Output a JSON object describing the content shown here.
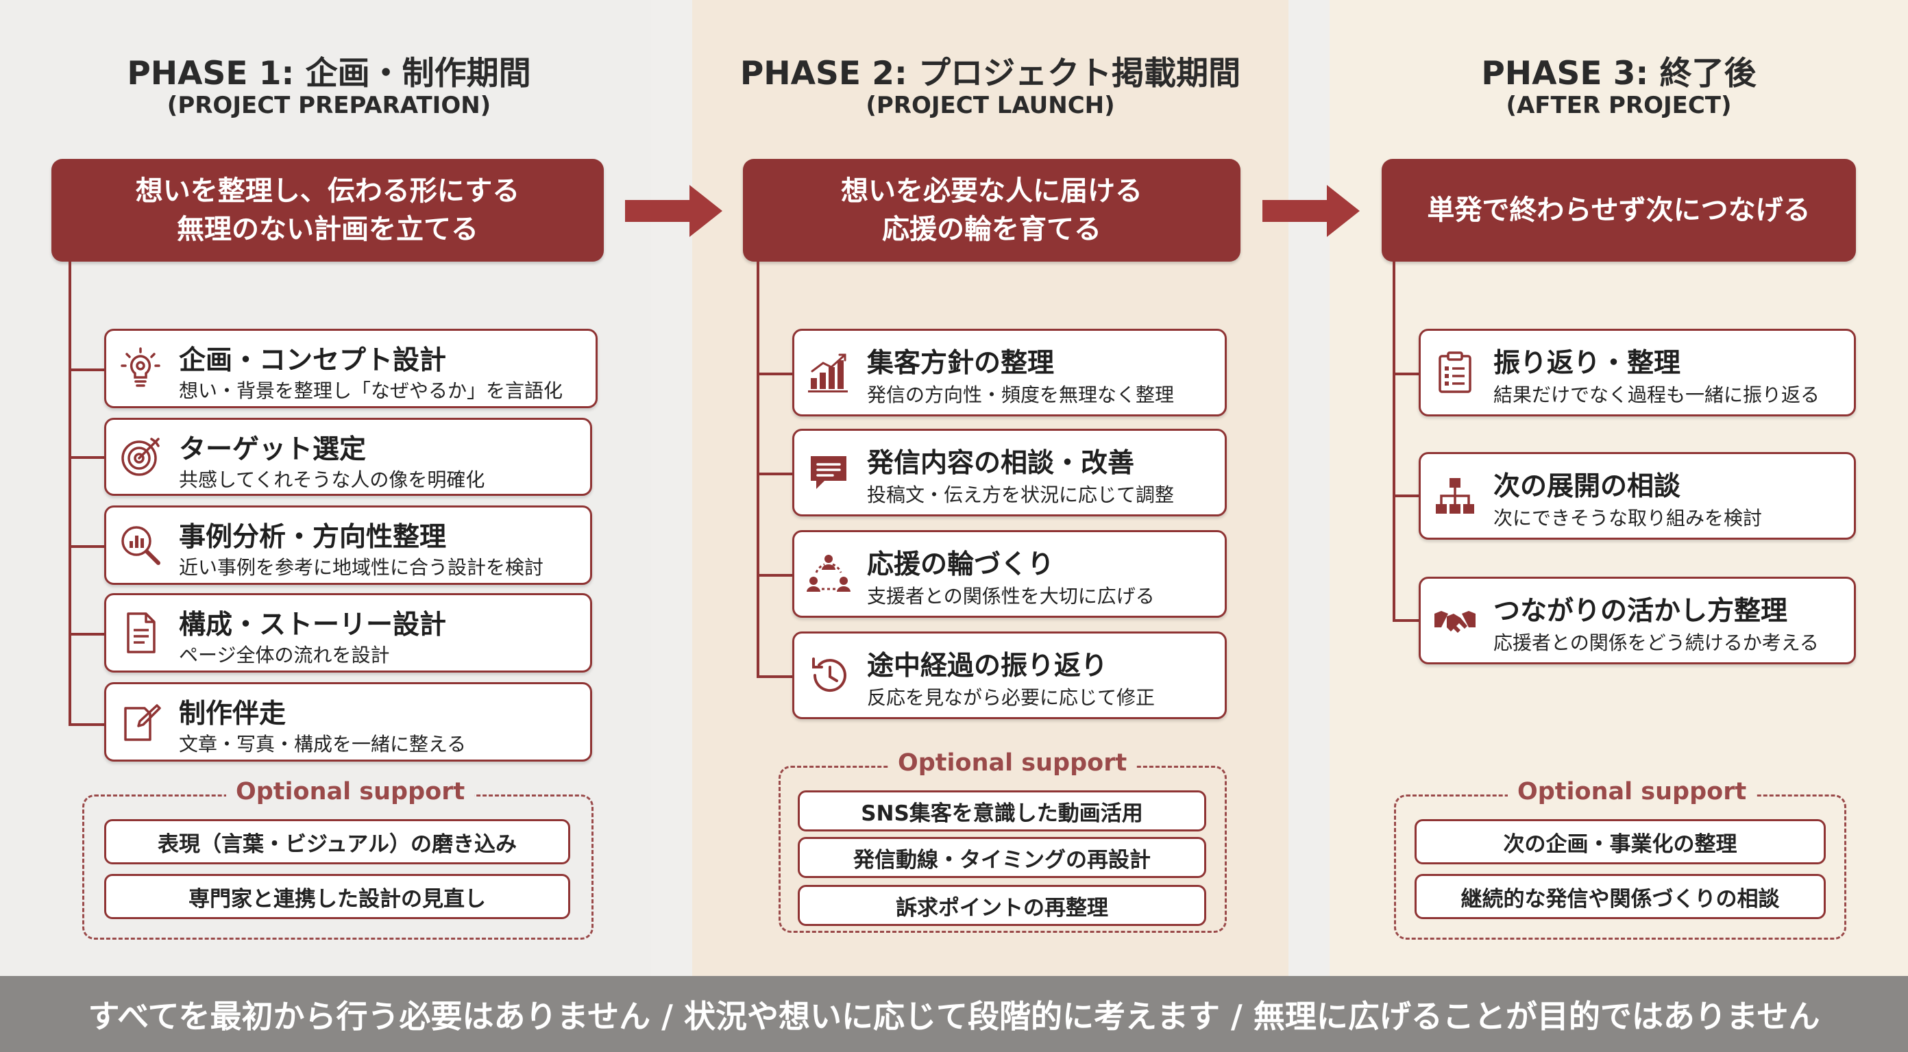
{
  "phases": [
    {
      "title": "PHASE 1: 企画・制作期間",
      "subtitle": "(PROJECT PREPARATION)",
      "banner": [
        "想いを整理し、伝わる形にする",
        "無理のない計画を立てる"
      ],
      "items": [
        {
          "icon": "lightbulb-icon",
          "title": "企画・コンセプト設計",
          "desc": "想い・背景を整理し「なぜやるか」を言語化"
        },
        {
          "icon": "target-icon",
          "title": "ターゲット選定",
          "desc": "共感してくれそうな人の像を明確化"
        },
        {
          "icon": "magnifier-chart-icon",
          "title": "事例分析・方向性整理",
          "desc": "近い事例を参考に地域性に合う設計を検討"
        },
        {
          "icon": "document-icon",
          "title": "構成・ストーリー設計",
          "desc": "ページ全体の流れを設計"
        },
        {
          "icon": "edit-icon",
          "title": "制作伴走",
          "desc": "文章・写真・構成を一緒に整える"
        }
      ],
      "optional_label": "Optional support",
      "optional_items": [
        "表現（言葉・ビジュアル）の磨き込み",
        "専門家と連携した設計の見直し"
      ]
    },
    {
      "title": "PHASE 2: プロジェクト掲載期間",
      "subtitle": "(PROJECT LAUNCH)",
      "banner": [
        "想いを必要な人に届ける",
        "応援の輪を育てる"
      ],
      "items": [
        {
          "icon": "bar-chart-icon",
          "title": "集客方針の整理",
          "desc": "発信の方向性・頻度を無理なく整理"
        },
        {
          "icon": "message-icon",
          "title": "発信内容の相談・改善",
          "desc": "投稿文・伝え方を状況に応じて調整"
        },
        {
          "icon": "people-circle-icon",
          "title": "応援の輪づくり",
          "desc": "支援者との関係性を大切に広げる"
        },
        {
          "icon": "history-icon",
          "title": "途中経過の振り返り",
          "desc": "反応を見ながら必要に応じて修正"
        }
      ],
      "optional_label": "Optional support",
      "optional_items": [
        "SNS集客を意識した動画活用",
        "発信動線・タイミングの再設計",
        "訴求ポイントの再整理"
      ]
    },
    {
      "title": "PHASE 3: 終了後",
      "subtitle": "(AFTER PROJECT)",
      "banner": [
        "単発で終わらせず次につなげる"
      ],
      "items": [
        {
          "icon": "clipboard-icon",
          "title": "振り返り・整理",
          "desc": "結果だけでなく過程も一緒に振り返る"
        },
        {
          "icon": "org-chart-icon",
          "title": "次の展開の相談",
          "desc": "次にできそうな取り組みを検討"
        },
        {
          "icon": "handshake-icon",
          "title": "つながりの活かし方整理",
          "desc": "応援者との関係をどう続けるか考える"
        }
      ],
      "optional_label": "Optional support",
      "optional_items": [
        "次の企画・事業化の整理",
        "継続的な発信や関係づくりの相談"
      ]
    }
  ],
  "footer": "すべてを最初から行う必要はありません / 状況や想いに応じて段階的に考えます / 無理に広げることが目的ではありません",
  "colors": {
    "accent": "#8f3434",
    "col1_bg": "#efeeec",
    "col2_bg": "#f3e8da",
    "col3_bg": "#f6efe3",
    "footer_bg": "#8a8886"
  }
}
